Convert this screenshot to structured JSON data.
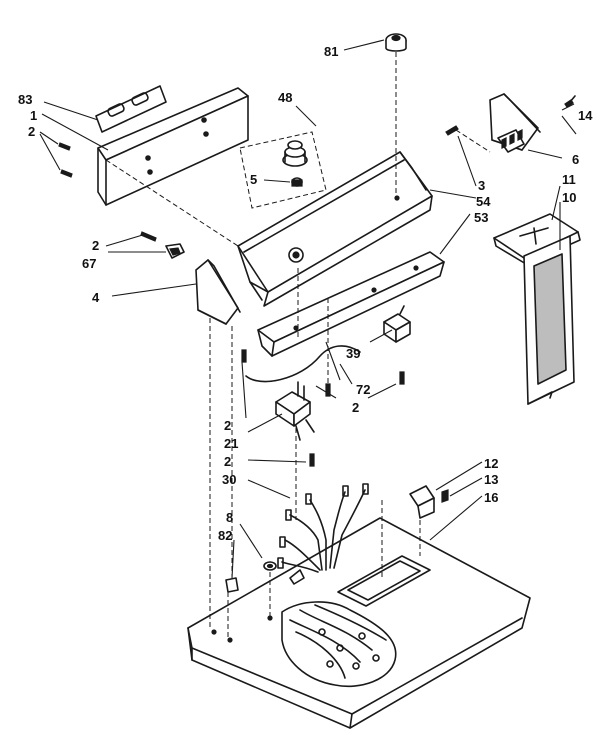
{
  "callouts": [
    "81",
    "83",
    "1",
    "2",
    "48",
    "5",
    "14",
    "6",
    "3",
    "54",
    "53",
    "11",
    "10",
    "2",
    "67",
    "4",
    "39",
    "72",
    "2",
    "2",
    "21",
    "2",
    "30",
    "12",
    "13",
    "16",
    "8",
    "82"
  ],
  "colors": {
    "ink": "#1a1a1a",
    "paper": "#ffffff",
    "stipple": "#bdbdbd"
  }
}
